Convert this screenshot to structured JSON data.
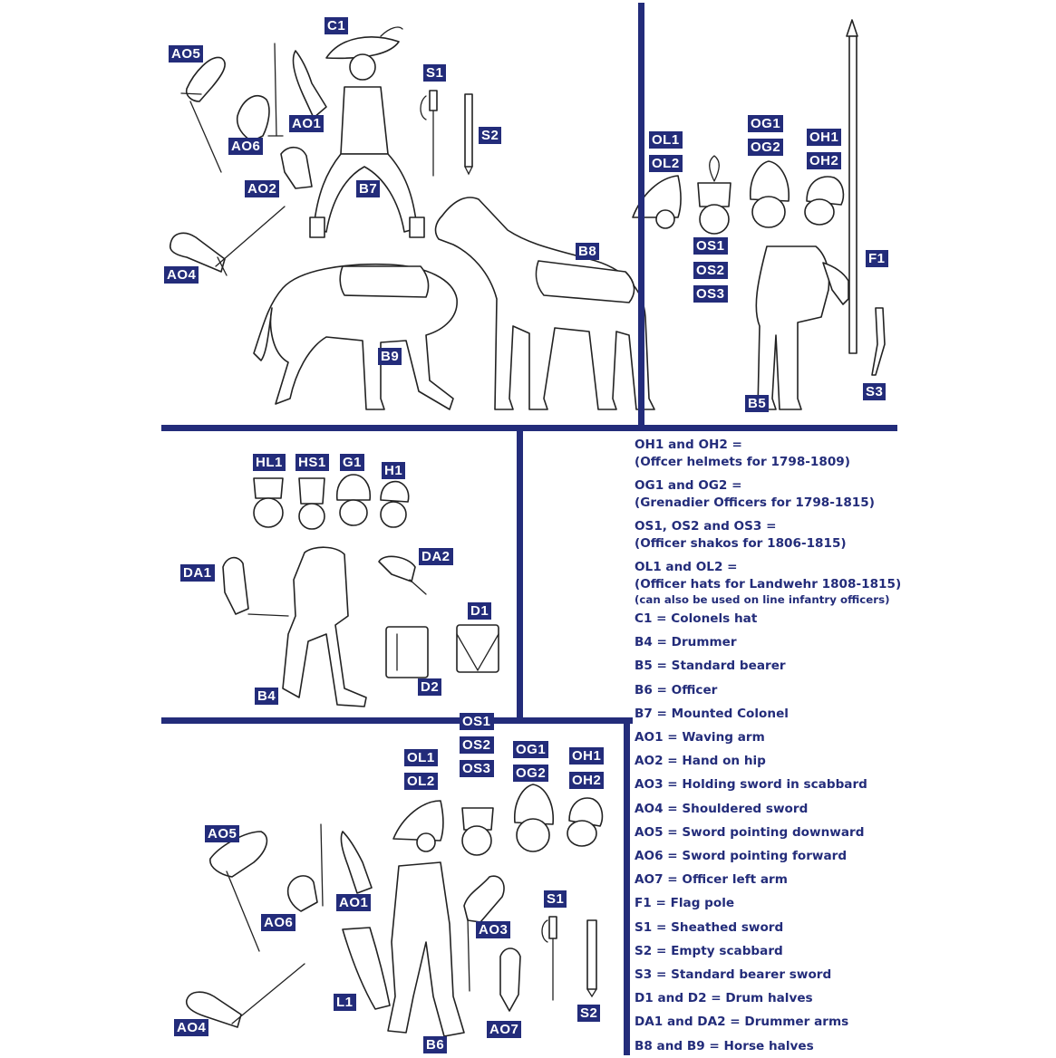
{
  "colors": {
    "accent": "#232c7a",
    "line": "#222222",
    "background": "#ffffff"
  },
  "labels": {
    "p1": {
      "c1": "C1",
      "ao5": "AO5",
      "ao1": "AO1",
      "ao6": "AO6",
      "ao2": "AO2",
      "s1": "S1",
      "s2": "S2",
      "b7": "B7",
      "ao4": "AO4",
      "b8": "B8",
      "b9": "B9"
    },
    "p2": {
      "ol1": "OL1",
      "ol2": "OL2",
      "og1": "OG1",
      "og2": "OG2",
      "oh1": "OH1",
      "oh2": "OH2",
      "os1": "OS1",
      "os2": "OS2",
      "os3": "OS3",
      "f1": "F1",
      "b5": "B5",
      "s3": "S3"
    },
    "p3": {
      "hl1": "HL1",
      "hs1": "HS1",
      "g1": "G1",
      "h1": "H1",
      "da1": "DA1",
      "da2": "DA2",
      "d1": "D1",
      "d2": "D2",
      "b4": "B4"
    },
    "p4": {
      "os1": "OS1",
      "os2": "OS2",
      "os3": "OS3",
      "ol1": "OL1",
      "ol2": "OL2",
      "og1": "OG1",
      "og2": "OG2",
      "oh1": "OH1",
      "oh2": "OH2",
      "ao5": "AO5",
      "ao1": "AO1",
      "ao6": "AO6",
      "ao3": "AO3",
      "s1": "S1",
      "l1": "L1",
      "ao4": "AO4",
      "ao7": "AO7",
      "b6": "B6",
      "s2": "S2"
    }
  },
  "legend": {
    "oh_title": "OH1 and OH2 =",
    "oh_desc": "(Offcer helmets for 1798-1809)",
    "og_title": "OG1 and OG2 =",
    "og_desc": "(Grenadier Officers for 1798-1815)",
    "os_title": "OS1, OS2 and OS3 =",
    "os_desc": "(Officer shakos for 1806-1815)",
    "ol_title": "OL1 and OL2 =",
    "ol_desc": "(Officer hats for Landwehr 1808-1815)",
    "ol_note": "(can also be used on line infantry officers)",
    "items": [
      "C1 = Colonels hat",
      "B4 = Drummer",
      "B5 = Standard bearer",
      "B6 = Officer",
      "B7 = Mounted Colonel",
      "AO1 = Waving arm",
      "AO2 = Hand on hip",
      "AO3 = Holding sword in scabbard",
      "AO4 = Shouldered sword",
      "AO5 = Sword pointing downward",
      "AO6 = Sword pointing forward",
      "AO7 = Officer left arm",
      "F1 = Flag pole",
      "S1 = Sheathed sword",
      "S2 = Empty scabbard",
      "S3 = Standard bearer sword",
      "D1 and D2 = Drum halves",
      "DA1 and DA2 = Drummer arms",
      "B8 and B9 = Horse halves"
    ]
  }
}
